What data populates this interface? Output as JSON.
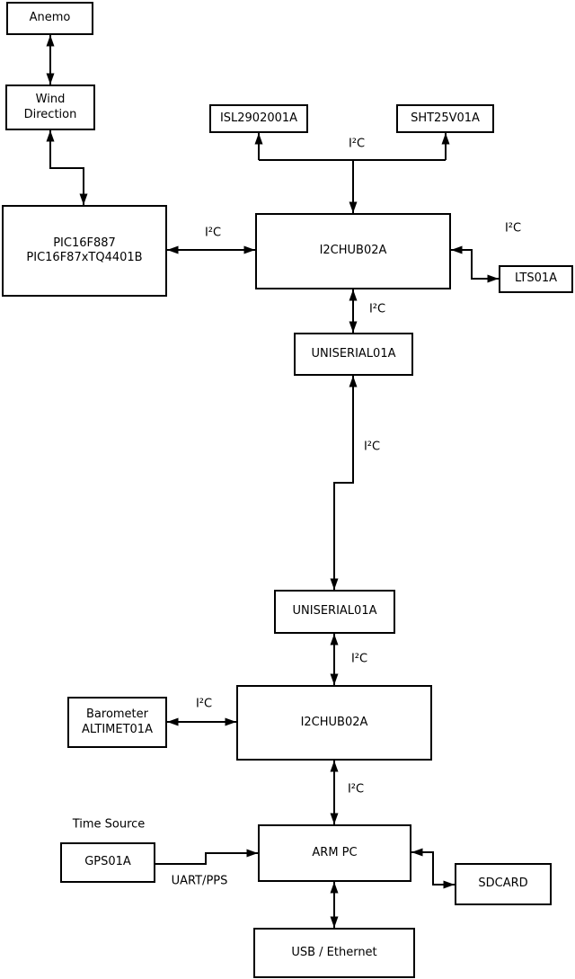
{
  "nodes": {
    "anemo": "Anemo",
    "wind_direction": "Wind\nDirection",
    "pic": "PIC16F887\nPIC16F87xTQ4401B",
    "isl": "ISL2902001A",
    "sht": "SHT25V01A",
    "hub1": "I2CHUB02A",
    "lts": "LTS01A",
    "uniserial1": "UNISERIAL01A",
    "uniserial2": "UNISERIAL01A",
    "hub2": "I2CHUB02A",
    "barometer": "Barometer\nALTIMET01A",
    "gps": "GPS01A",
    "arm_pc": "ARM PC",
    "sdcard": "SDCARD",
    "usb_ethernet": "USB / Ethernet"
  },
  "edge_labels": {
    "sensor_bus": "I²C",
    "pic_hub1": "I²C",
    "hub1_lts": "I²C",
    "hub1_uniserial1": "I²C",
    "uniserial_link": "I²C",
    "uniserial2_hub2": "I²C",
    "barometer_hub2": "I²C",
    "hub2_arm": "I²C",
    "gps_arm": "UART/PPS",
    "time_source": "Time Source"
  },
  "colors": {
    "line": "#000000",
    "box_fill": "#ffffff",
    "background": "#ffffff",
    "text": "#000000"
  }
}
